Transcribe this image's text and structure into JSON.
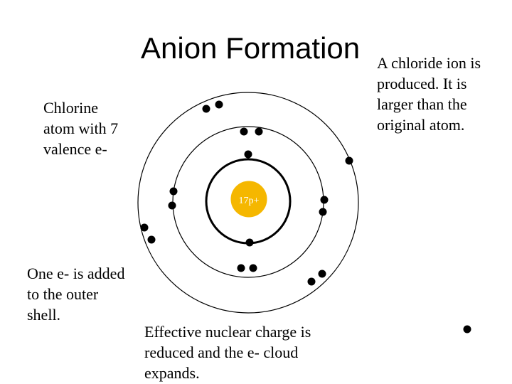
{
  "title": "Anion Formation",
  "nucleus_label": "17p+",
  "notes": {
    "chloride": [
      "A chloride ion is",
      "produced.  It is",
      "larger than the",
      "original atom."
    ],
    "chlorine": [
      "Chlorine",
      "atom with 7",
      "valence e-"
    ],
    "added": [
      "One e- is added",
      "to the outer",
      "shell."
    ],
    "effective": [
      "Effective nuclear charge is",
      "reduced and the e- cloud",
      "expands."
    ]
  },
  "colors": {
    "nucleus": "#f5b700",
    "electron": "#000000",
    "shell": "#000000"
  }
}
